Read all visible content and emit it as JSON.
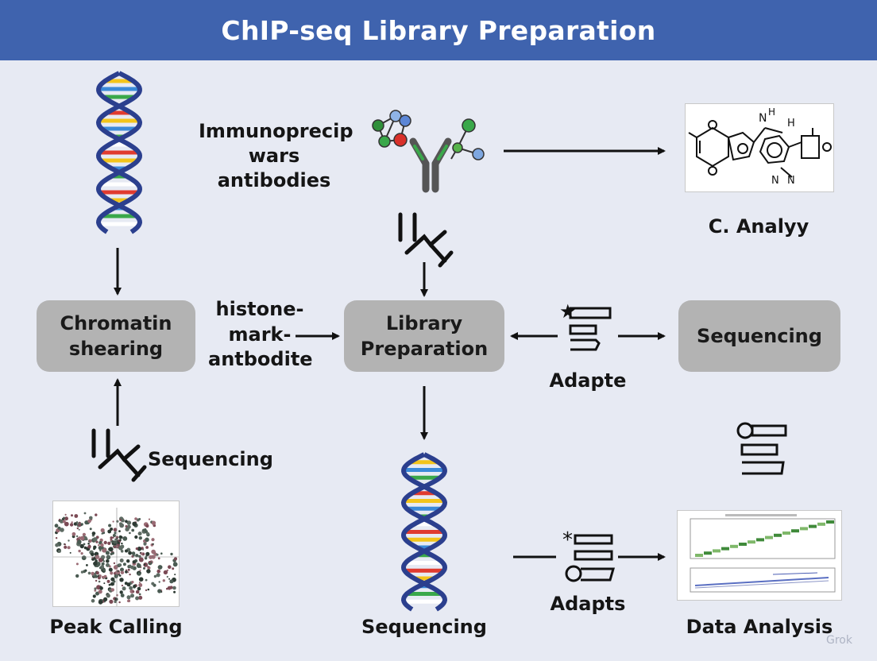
{
  "header": {
    "title": "ChIP-seq Library Preparation"
  },
  "labels": {
    "immunoprecip": "Immunoprecip",
    "wars": "wars",
    "antibodies": "antibodies",
    "c_analy": "C. Analyy",
    "histone": "histone-",
    "mark": "mark-",
    "antbodite": "antbodite",
    "adapte": "Adapte",
    "sequencing_mid_left": "Sequencing",
    "peak_calling": "Peak Calling",
    "sequencing_bottom": "Sequencing",
    "adapts": "Adapts",
    "data_analysis": "Data Analysis",
    "watermark": "Grok"
  },
  "boxes": {
    "chromatin_line1": "Chromatin",
    "chromatin_line2": "shearing",
    "library_line1": "Library",
    "library_line2": "Preparation",
    "sequencing": "Sequencing"
  },
  "colors": {
    "header_bg": "#3f63ae",
    "background": "#e7eaf3",
    "box_fill": "#b3b3b3",
    "dna_backbone": "#2b3f8e",
    "rung_colors": [
      "#e03b2f",
      "#f3c41b",
      "#3b8ad9",
      "#3aa84a",
      "#ffffff"
    ]
  }
}
